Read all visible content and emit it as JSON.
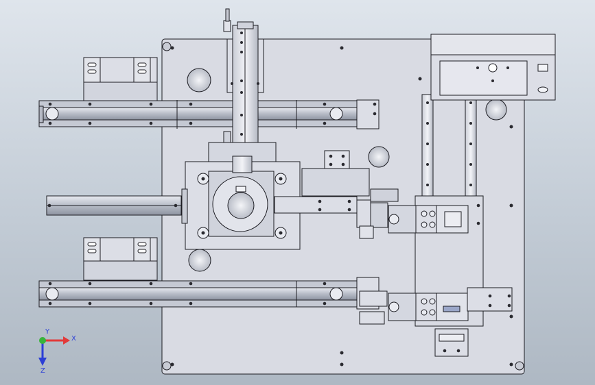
{
  "viewport": {
    "background_top": "#dfe5ec",
    "background_bottom": "#aeb8c3"
  },
  "model": {
    "plate_color": "#d9dbe3",
    "part_color": "#dcdee6",
    "rail_color": "#c5c9d3",
    "edge_color": "#1c1c22",
    "screen_color": "#e6e7ee"
  },
  "triad": {
    "x_label": "X",
    "y_label": "Y",
    "z_label": "Z",
    "x_color": "#e23a3a",
    "y_color": "#38b43a",
    "z_color": "#2c3fd6",
    "icons": [
      "x-axis-arrow-icon",
      "y-axis-arrow-icon",
      "z-axis-arrow-icon"
    ]
  }
}
